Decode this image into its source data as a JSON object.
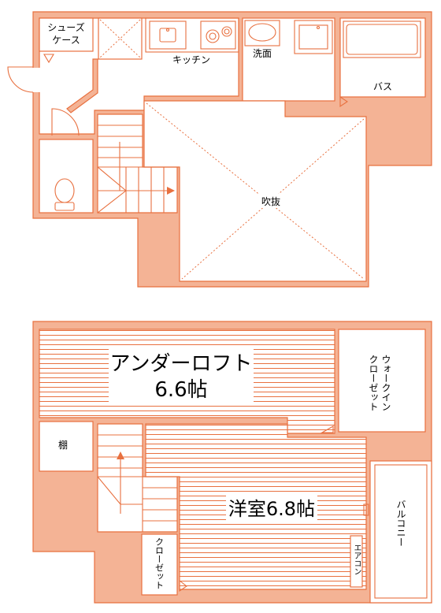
{
  "floor1": {
    "shoe_case": [
      "シューズ",
      "ケース"
    ],
    "kitchen": "キッチン",
    "washroom": "洗面",
    "bath": "バス",
    "void": "吹抜"
  },
  "floor2": {
    "under_loft": "アンダーロフト",
    "under_loft_size": "6.6帖",
    "walk_in_closet": [
      "ウォークイン",
      "クローゼット"
    ],
    "shelf": "棚",
    "western_room": "洋室6.8帖",
    "closet": "クローゼット",
    "aircon": "エアコン",
    "balcony": "バルコニー"
  },
  "colors": {
    "line": "#e8703f",
    "wall": "#f4b395"
  }
}
